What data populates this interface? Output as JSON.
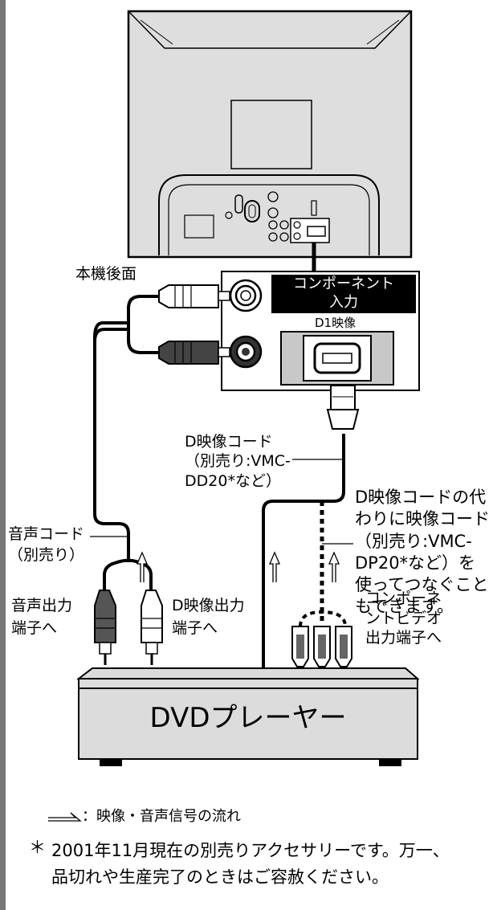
{
  "labels": {
    "rear_panel": "本機後面",
    "component_title": "コンポーネント\n入力",
    "d1": "D1映像",
    "d_cord": "D映像コード\n（別売り:VMC-\nDD20*など）",
    "alt_cord": "D映像コードの代\nわりに映像コード\n（別売り:VMC-\nDP20*など）を\n使ってつなぐこと\nもできます。",
    "audio_cord": "音声コード\n（別売り）",
    "audio_out": "音声出力\n端子へ",
    "d_out": "D映像出力\n端子へ",
    "component_out": "コンポーネ\nントビデオ\n出力端子へ",
    "dvd": "DVDプレーヤー"
  },
  "legend": {
    "text": "：映像・音声信号の流れ"
  },
  "footnote": {
    "mark": "＊",
    "text": "2001年11月現在の別売りアクセサリーです。万一、\n品切れや生産完了のときはご容赦ください。"
  },
  "colors": {
    "left_bar": "#777777",
    "tv_fill": "#dedede",
    "dvd_fill": "#dcdcdc",
    "label_bg": "#000000"
  }
}
